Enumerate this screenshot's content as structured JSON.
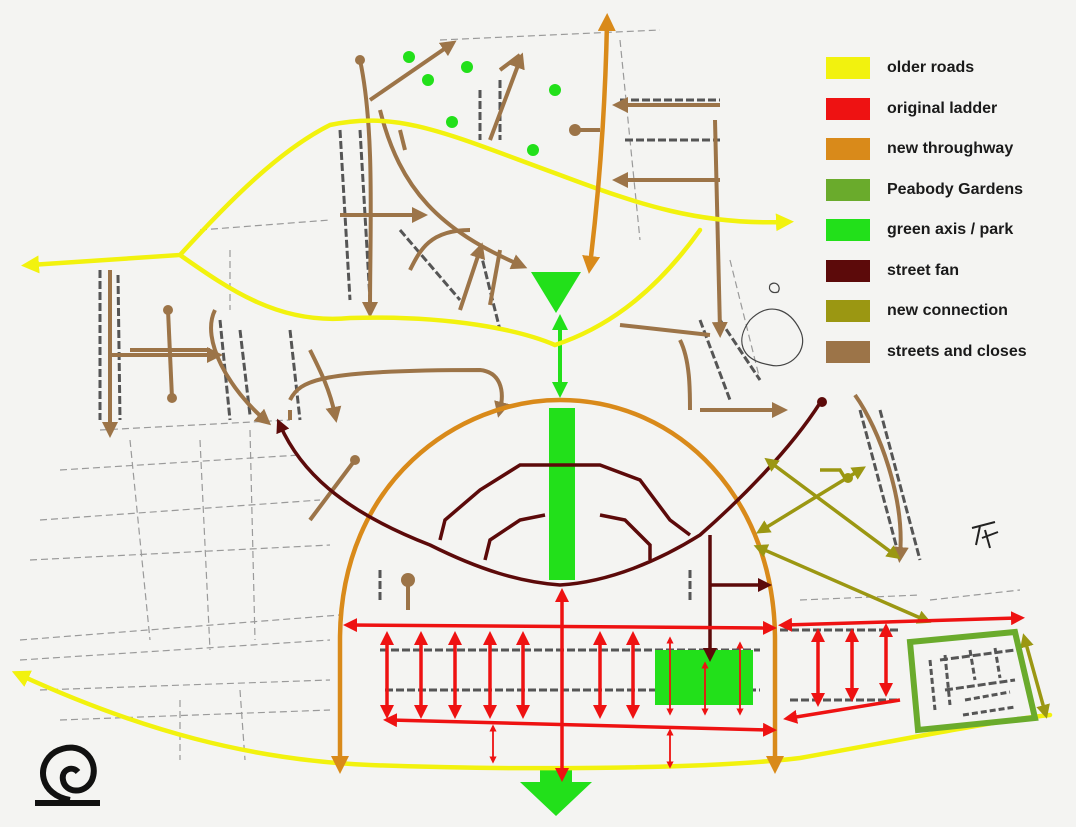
{
  "legend": {
    "items": [
      {
        "label": "older roads",
        "color": "#f2f20e"
      },
      {
        "label": "original ladder",
        "color": "#ee1212"
      },
      {
        "label": "new throughway",
        "color": "#d98a1a"
      },
      {
        "label": "Peabody Gardens",
        "color": "#6aab2c"
      },
      {
        "label": "green axis / park",
        "color": "#22e01a"
      },
      {
        "label": "street fan",
        "color": "#5c0a0a"
      },
      {
        "label": "new connection",
        "color": "#9b9712"
      },
      {
        "label": "streets and closes",
        "color": "#9c7448"
      }
    ]
  },
  "icons": {
    "snail": "snail-logo-icon",
    "signature": "signature-mark-icon"
  }
}
